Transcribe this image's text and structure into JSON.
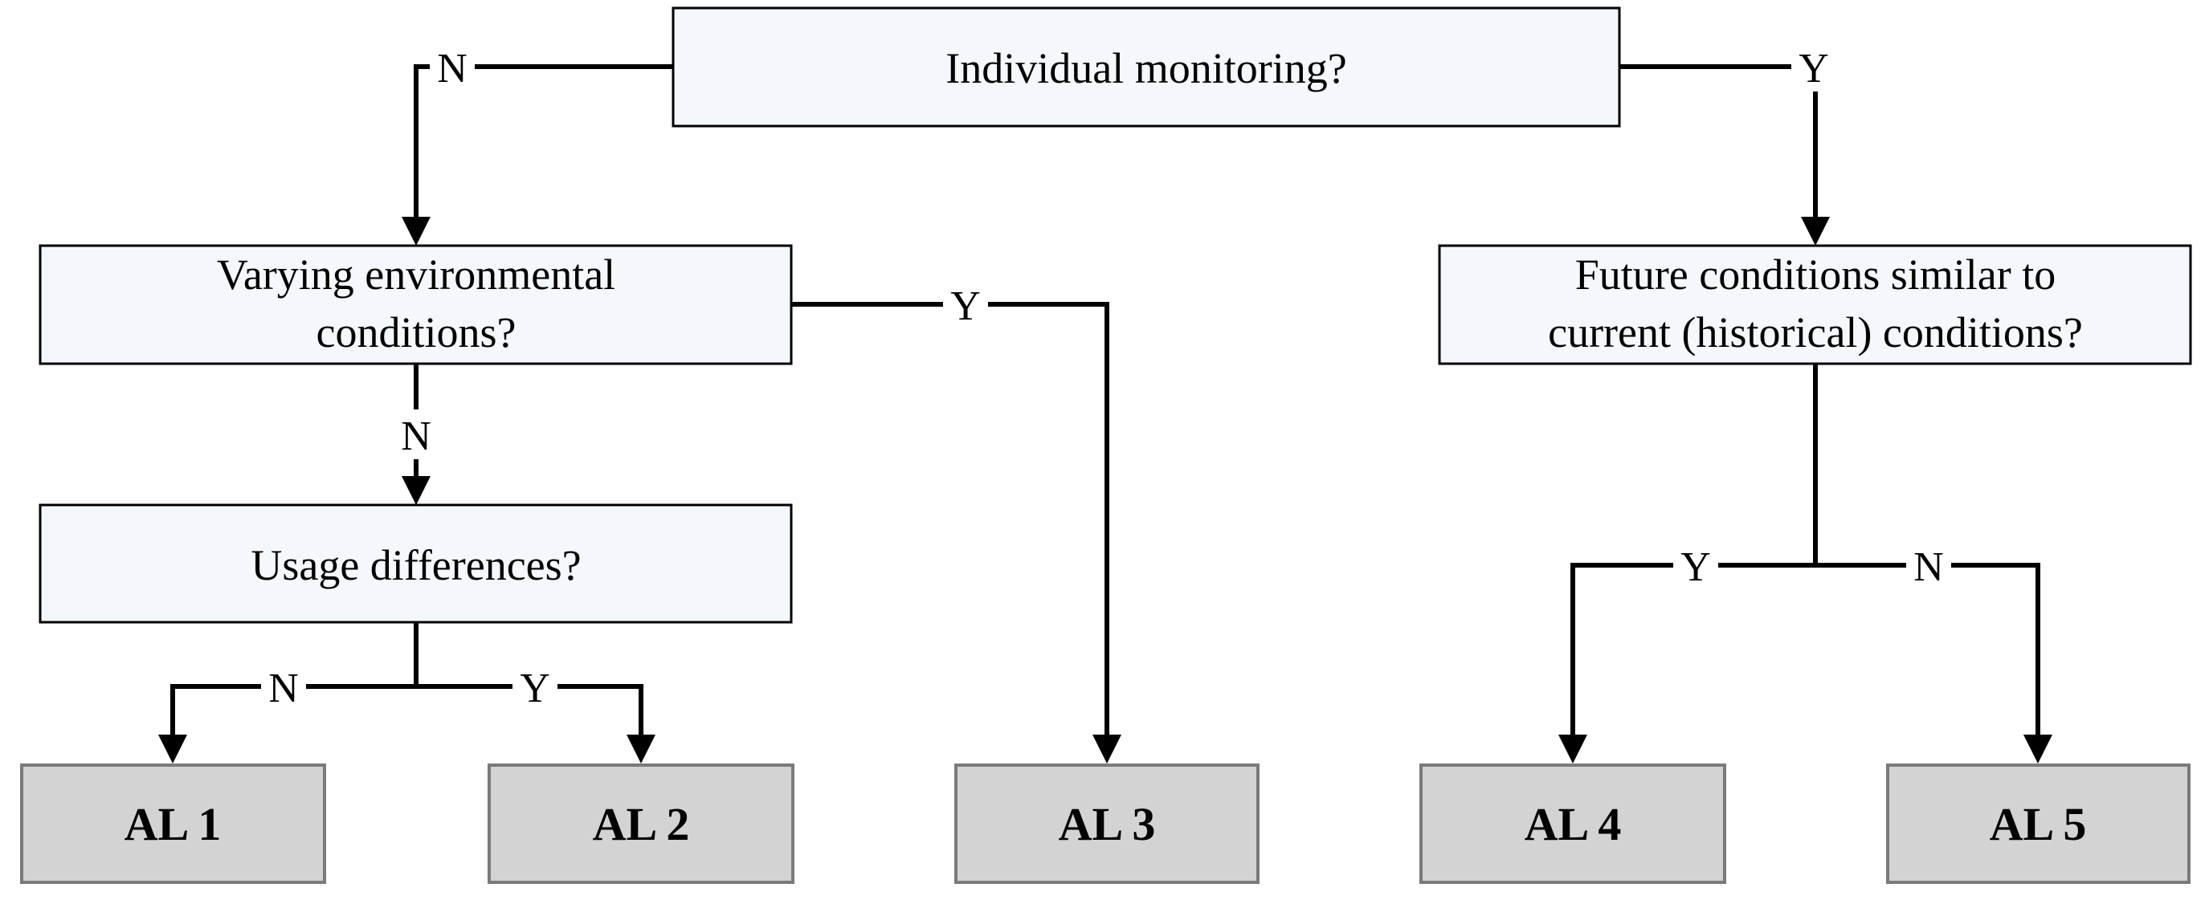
{
  "colors": {
    "decision_fill": "#f4f8fc",
    "leaf_fill": "#d3d3d3",
    "line": "#000000"
  },
  "nodes": {
    "individual_monitoring": [
      "Individual monitoring?"
    ],
    "varying_conditions": [
      "Varying environmental",
      "conditions?"
    ],
    "usage_differences": [
      "Usage differences?"
    ],
    "future_conditions": [
      "Future conditions similar to",
      "current (historical) conditions?"
    ]
  },
  "leaves": {
    "al1": "AL 1",
    "al2": "AL 2",
    "al3": "AL 3",
    "al4": "AL 4",
    "al5": "AL 5"
  },
  "edge_labels": {
    "yes": "Y",
    "no": "N"
  }
}
